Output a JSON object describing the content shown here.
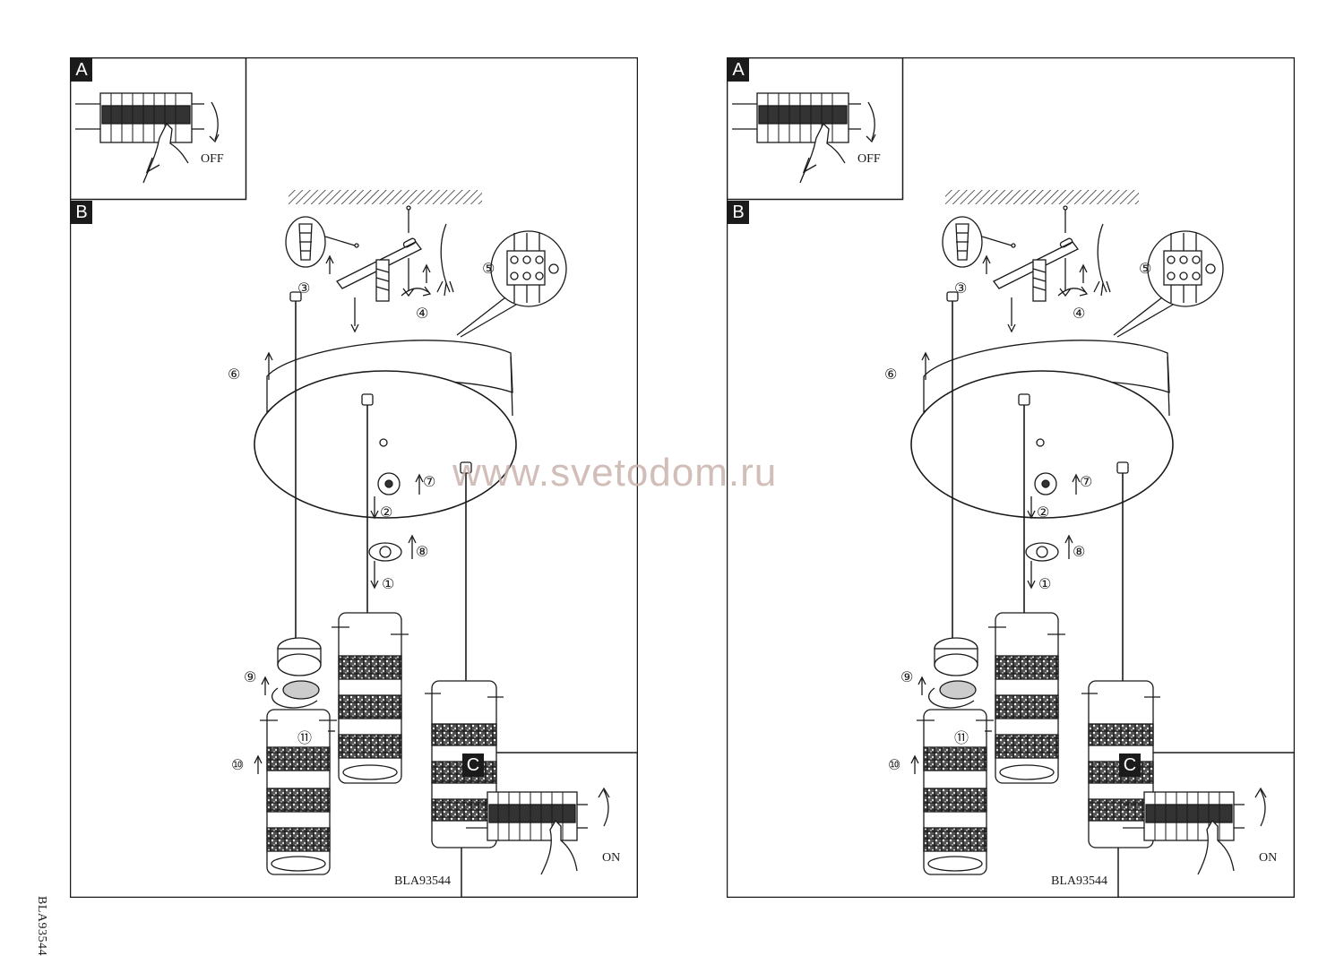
{
  "document": {
    "side_code": "BLA93544",
    "watermark": "www.svetodom.ru",
    "panels": [
      {
        "sections": {
          "a": "A",
          "b": "B",
          "c": "C"
        },
        "switch_off_label": "OFF",
        "switch_on_label": "ON",
        "model_code": "BLA93544",
        "steps": {
          "s1": "①",
          "s2": "②",
          "s3": "③",
          "s4": "④",
          "s5": "⑤",
          "s6": "⑥",
          "s7": "⑦",
          "s8": "⑧",
          "s9": "⑨",
          "s10": "⑩",
          "s11": "⑪"
        }
      },
      {
        "sections": {
          "a": "A",
          "b": "B",
          "c": "C"
        },
        "switch_off_label": "OFF",
        "switch_on_label": "ON",
        "model_code": "BLA93544",
        "steps": {
          "s1": "①",
          "s2": "②",
          "s3": "③",
          "s4": "④",
          "s5": "⑤",
          "s6": "⑥",
          "s7": "⑦",
          "s8": "⑧",
          "s9": "⑨",
          "s10": "⑩",
          "s11": "⑪"
        }
      }
    ]
  }
}
